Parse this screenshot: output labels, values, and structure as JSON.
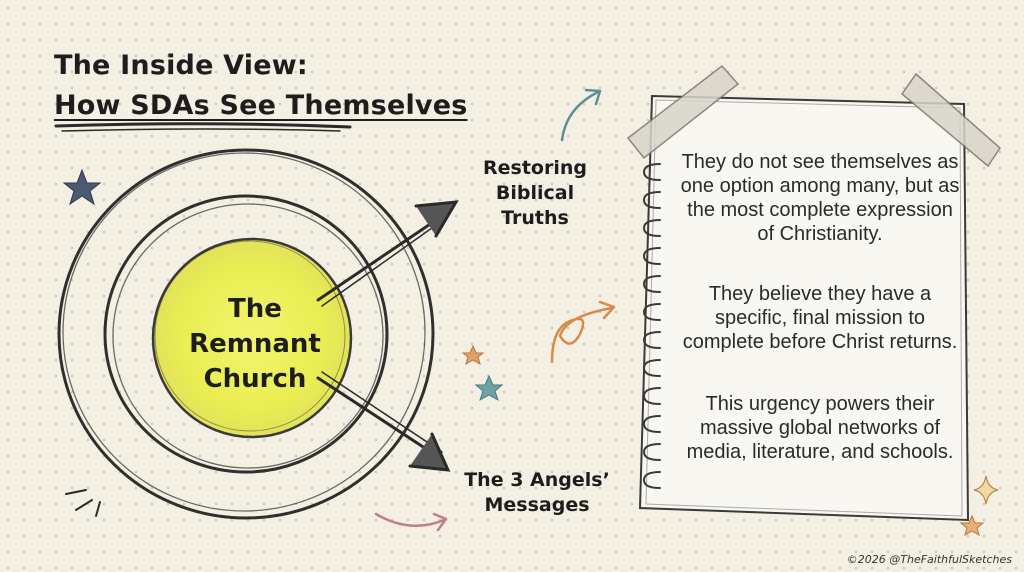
{
  "title": {
    "line1": "The Inside View:",
    "line2": "How SDAs See Themselves"
  },
  "diagram": {
    "center_label": [
      "The",
      "Remnant",
      "Church"
    ],
    "arrow_top_label": [
      "Restoring",
      "Biblical",
      "Truths"
    ],
    "arrow_bottom_label": [
      "The 3 Angels’",
      "Messages"
    ]
  },
  "note": {
    "paragraphs": [
      "They do not see themselves as one option among many, but as the most complete expression of Christianity.",
      "They believe they have a specific, final mission to complete before Christ returns.",
      "This urgency powers their massive global networks of media, literature, and schools."
    ]
  },
  "footer": {
    "copyright": "©2026 @TheFaithfulSketches"
  },
  "colors": {
    "background": "#f3efe3",
    "center_fill": "#eef05a",
    "ink": "#1d1d1d",
    "accent_teal": "#5c8f94",
    "accent_orange": "#d98a4b",
    "accent_pink": "#c07d8a",
    "accent_navy": "#4b5a72"
  }
}
